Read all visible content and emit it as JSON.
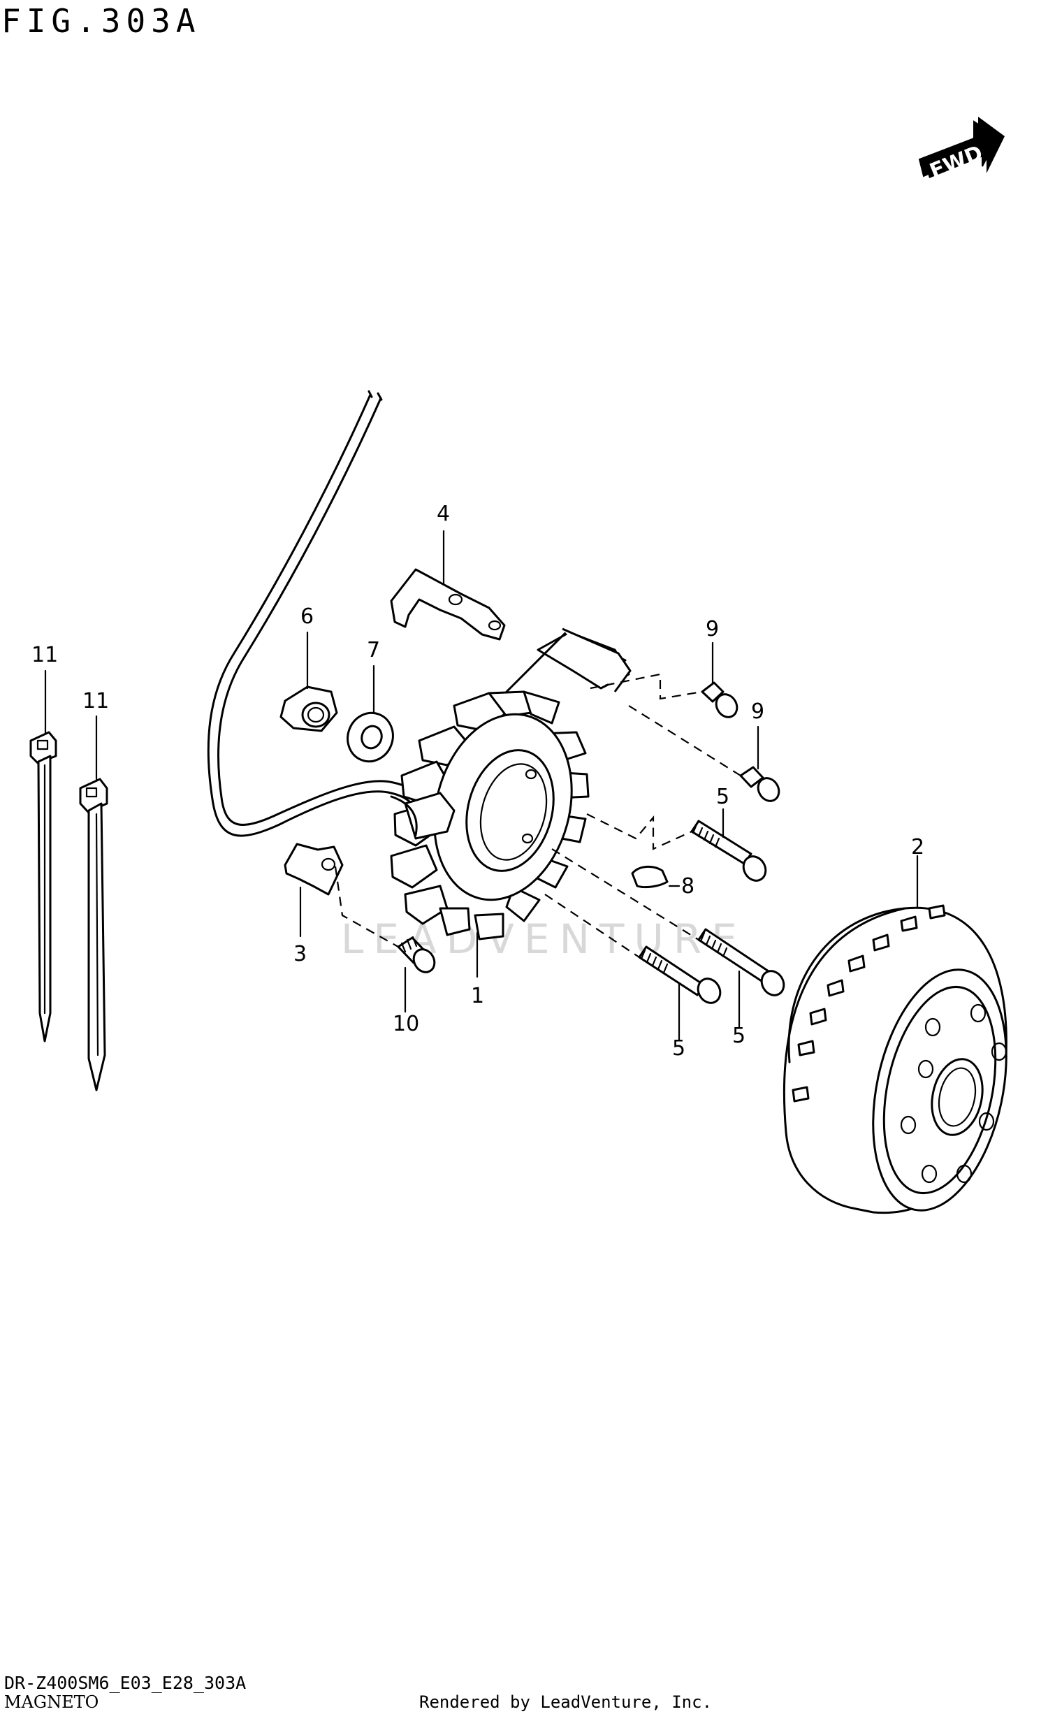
{
  "figure": {
    "title": "FIG.303A",
    "direction_badge": "FWD"
  },
  "callouts": {
    "part1": "1",
    "part2": "2",
    "part3": "3",
    "part4": "4",
    "part5a": "5",
    "part5b": "5",
    "part5c": "5",
    "part6": "6",
    "part7": "7",
    "part8": "8",
    "part9a": "9",
    "part9b": "9",
    "part10": "10",
    "part11a": "11",
    "part11b": "11"
  },
  "watermark": "LEADVENTURE",
  "footer": {
    "model_code": "DR-Z400SM6_E03_E28_303A",
    "section_name": "MAGNETO",
    "credit": "Rendered by LeadVenture, Inc."
  }
}
